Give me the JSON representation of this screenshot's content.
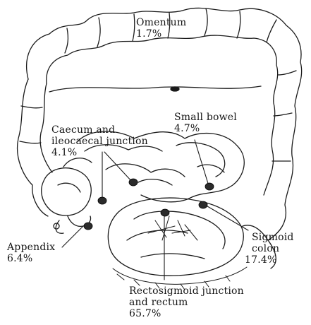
{
  "labels": {
    "omentum": {
      "name": "Omentum",
      "pct": "1.7%"
    },
    "small_bowel": {
      "name": "Small bowel",
      "pct": "4.7%"
    },
    "caecum": {
      "line1": "Caecum and",
      "line2": "ileocaecal junction",
      "pct": "4.1%"
    },
    "appendix": {
      "name": "Appendix",
      "pct": "6.4%"
    },
    "sigmoid": {
      "line1": "Sigmoid",
      "line2": "colon",
      "pct": "17.4%"
    },
    "rectosigmoid": {
      "line1": "Rectosigmoid junction",
      "line2": "and rectum",
      "pct": "65.7%"
    }
  },
  "colors": {
    "ink": "#1a1a1a",
    "marker": "#2b2b2b",
    "background": "#ffffff"
  }
}
